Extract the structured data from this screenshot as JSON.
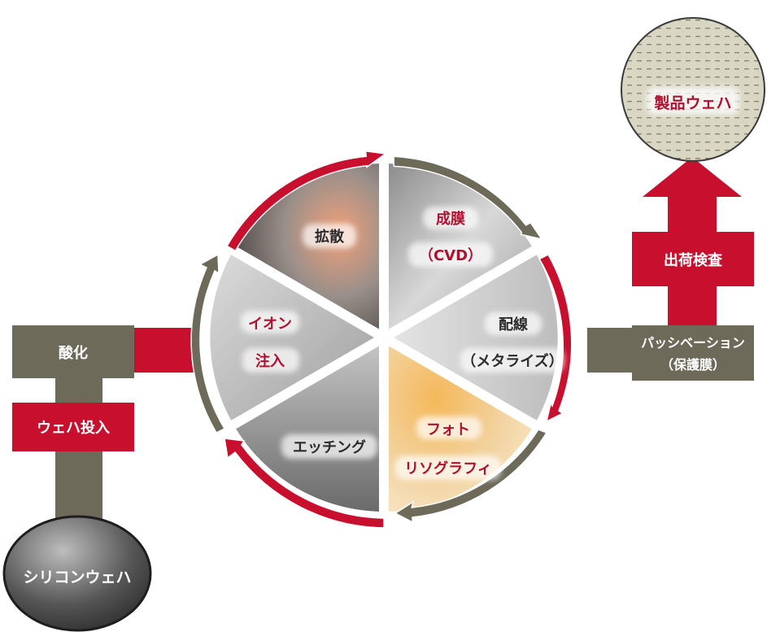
{
  "colors": {
    "red": "#c8102e",
    "dark_red": "#b01030",
    "olive": "#6e6a5a",
    "label_dark": "#2b2b2b",
    "white": "#ffffff"
  },
  "start": {
    "wafer": "シリコンウェハ",
    "input": "ウェハ投入",
    "oxidation": "酸化"
  },
  "cycle": {
    "diffusion": "拡散",
    "cvd_line1": "成膜",
    "cvd_line2": "（CVD）",
    "metal_line1": "配線",
    "metal_line2": "（メタライズ）",
    "photo_line1": "フォト",
    "photo_line2": "リソグラフィ",
    "etching": "エッチング",
    "ion_line1": "イオン",
    "ion_line2": "注入"
  },
  "finish": {
    "passivation_line1": "パッシベーション",
    "passivation_line2": "（保護膜）",
    "inspection": "出荷検査",
    "product": "製品ウェハ"
  }
}
